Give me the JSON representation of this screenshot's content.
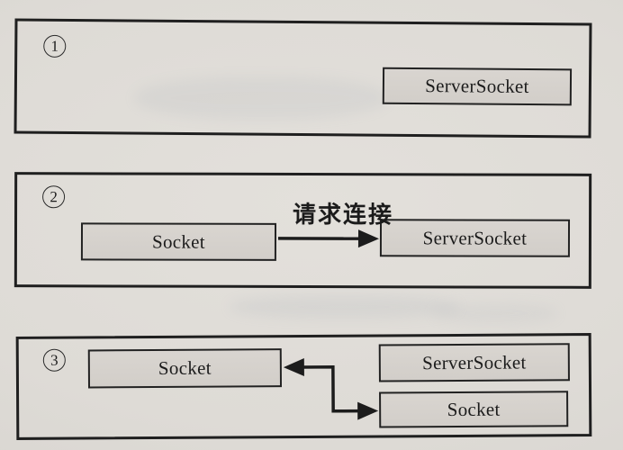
{
  "page": {
    "description_colors": {
      "paper_background": "#dedbd6",
      "panel_border": "#1f1f1f",
      "box_fill": "#d5d1cc",
      "box_border": "#222222",
      "text": "#1b1b1b"
    }
  },
  "panels": [
    {
      "number": "1",
      "boxes": [
        {
          "label": "ServerSocket"
        }
      ]
    },
    {
      "number": "2",
      "boxes": [
        {
          "label": "Socket"
        },
        {
          "label": "ServerSocket"
        }
      ],
      "arrow_label": "请求连接"
    },
    {
      "number": "3",
      "boxes": [
        {
          "label": "Socket"
        },
        {
          "label": "ServerSocket"
        },
        {
          "label": "Socket"
        }
      ]
    }
  ]
}
